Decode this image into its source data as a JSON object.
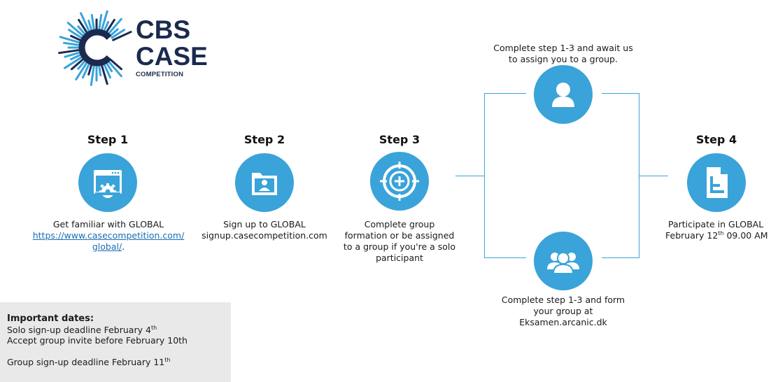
{
  "logo": {
    "line1": "CBS",
    "line2": "CASE",
    "line3": "COMPETITION"
  },
  "steps": [
    {
      "title": "Step 1",
      "icon": "browser-gear-icon",
      "text": "Get familiar with GLOBAL",
      "link": "https://www.casecompetition.com/",
      "link2": "global/",
      "tail": "."
    },
    {
      "title": "Step 2",
      "icon": "folder-person-icon",
      "line1": "Sign up to GLOBAL",
      "line2": "signup.casecompetition.com"
    },
    {
      "title": "Step 3",
      "icon": "crosshair-plus-icon",
      "line1": "Complete group",
      "line2": "formation or be assigned",
      "line3": "to a group if you're a solo",
      "line4": "participant"
    },
    {
      "title": "Step 4",
      "icon": "document-icon",
      "line1": "Participate in GLOBAL",
      "line2a": "February 12",
      "sup": "th",
      "line2b": " 09.00 AM"
    }
  ],
  "branches": {
    "solo": {
      "icon": "person-icon",
      "line1": "Complete step 1-3 and await us",
      "line2": "to assign you to a group."
    },
    "group": {
      "icon": "group-icon",
      "line1": "Complete step 1-3 and form",
      "line2": "your group at",
      "line3": "Eksamen.arcanic.dk"
    }
  },
  "dates": {
    "heading": "Important dates:",
    "l1a": "Solo sign-up deadline February 4",
    "l1sup": "th",
    "l2": "Accept group invite before February 10th",
    "l3a": "Group sign-up deadline February 11",
    "l3sup": "th"
  },
  "colors": {
    "accent": "#3aa3d9",
    "logo_navy": "#1b2a4e",
    "box_bg": "#e9e9e9"
  }
}
